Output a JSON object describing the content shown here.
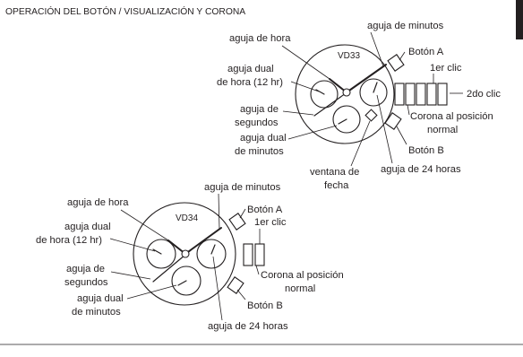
{
  "header": {
    "title": "OPERACIÓN DEL BOTÓN / VISUALIZACIÓN Y CORONA"
  },
  "vd33": {
    "model": "VD33",
    "labels": {
      "minute_hand": "aguja de minutos",
      "hour_hand": "aguja de hora",
      "button_a": "Botón A",
      "first_click": "1er clic",
      "dual_hour_line1": "aguja dual",
      "dual_hour_line2": "de hora (12 hr)",
      "second_click": "2do clic",
      "crown_line1": "Corona al posición",
      "crown_line2": "normal",
      "seconds_line1": "aguja de",
      "seconds_line2": "segundos",
      "dual_minute_line1": "aguja dual",
      "dual_minute_line2": "de minutos",
      "button_b": "Botón B",
      "date_line1": "ventana de",
      "date_line2": "fecha",
      "hour24_hand": "aguja de 24 horas"
    }
  },
  "vd34": {
    "model": "VD34",
    "labels": {
      "minute_hand": "aguja de minutos",
      "hour_hand": "aguja de hora",
      "button_a": "Botón A",
      "first_click": "1er clic",
      "dual_hour_line1": "aguja dual",
      "dual_hour_line2": "de hora (12 hr)",
      "crown_line1": "Corona al posición",
      "crown_line2": "normal",
      "seconds_line1": "aguja de",
      "seconds_line2": "segundos",
      "dual_minute_line1": "aguja dual",
      "dual_minute_line2": "de minutos",
      "button_b": "Botón B",
      "hour24_hand": "aguja de 24 horas"
    }
  }
}
